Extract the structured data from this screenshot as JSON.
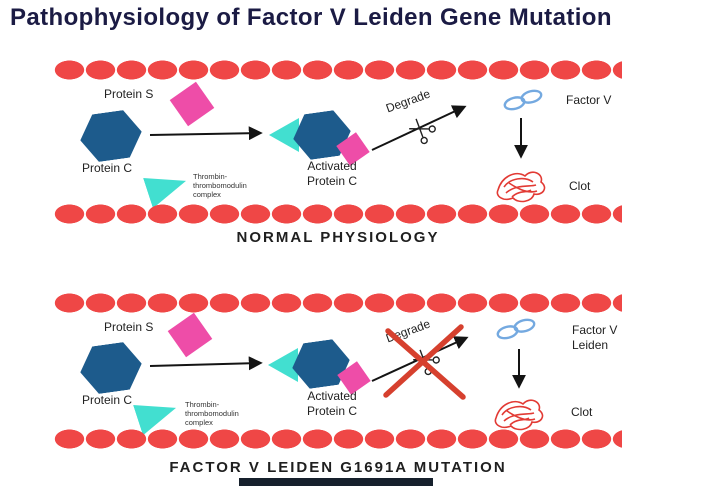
{
  "title": "Pathophysiology of Factor V Leiden Gene Mutation",
  "colors": {
    "vessel_red": "#ef4746",
    "hexagon_blue": "#1d5b8c",
    "diamond_pink": "#ee4da8",
    "triangle_teal": "#42dfd0",
    "factor_blue": "#74a9e0",
    "clot_red": "#e23a34",
    "cross_red": "#d6402e",
    "arrow_black": "#141414",
    "title_navy": "#1b1b44",
    "footer_dark": "#16202c"
  },
  "icons": {
    "scissors": "open-scissors",
    "factor_v": "protein-loops",
    "clot": "red-scribble",
    "blocked": "red-cross"
  },
  "normal": {
    "protein_s": "Protein S",
    "protein_c": "Protein C",
    "activated_line1": "Activated",
    "activated_line2": "Protein C",
    "thrombin_complex": "Thrombin-thrombomodulin complex",
    "degrade": "Degrade",
    "factor_v": "Factor V",
    "clot": "Clot",
    "caption": "NORMAL PHYSIOLOGY"
  },
  "mutation": {
    "protein_s": "Protein S",
    "protein_c": "Protein C",
    "activated_line1": "Activated",
    "activated_line2": "Protein C",
    "thrombin_complex": "Thrombin-thrombomodulin complex",
    "degrade": "Degrade",
    "factor_v_line1": "Factor V",
    "factor_v_line2": "Leiden",
    "clot": "Clot",
    "caption": "FACTOR V LEIDEN G1691A MUTATION"
  }
}
